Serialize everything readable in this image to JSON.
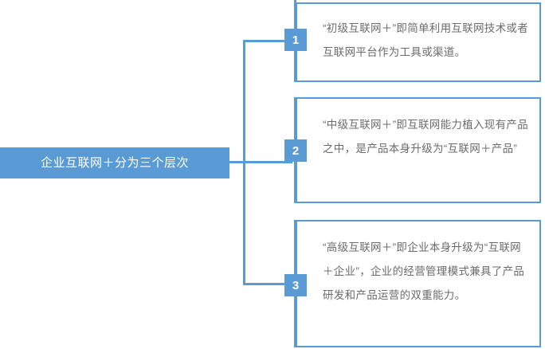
{
  "diagram": {
    "type": "hierarchy-bracket",
    "accent_color": "#5B9BD5",
    "text_color": "#6b6b6b",
    "root": {
      "label": "企业互联网＋分为三个层次"
    },
    "branches": [
      {
        "number": "1",
        "text": "“初级互联网＋”即简单利用互联网技术或者互联网平台作为工具或渠道。"
      },
      {
        "number": "2",
        "text": "“中级互联网＋”即互联网能力植入现有产品之中，是产品本身升级为“互联网＋产品”"
      },
      {
        "number": "3",
        "text": "“高级互联网＋”即企业本身升级为“互联网＋企业”，企业的经营管理模式兼具了产品研发和产品运营的双重能力。"
      }
    ]
  }
}
